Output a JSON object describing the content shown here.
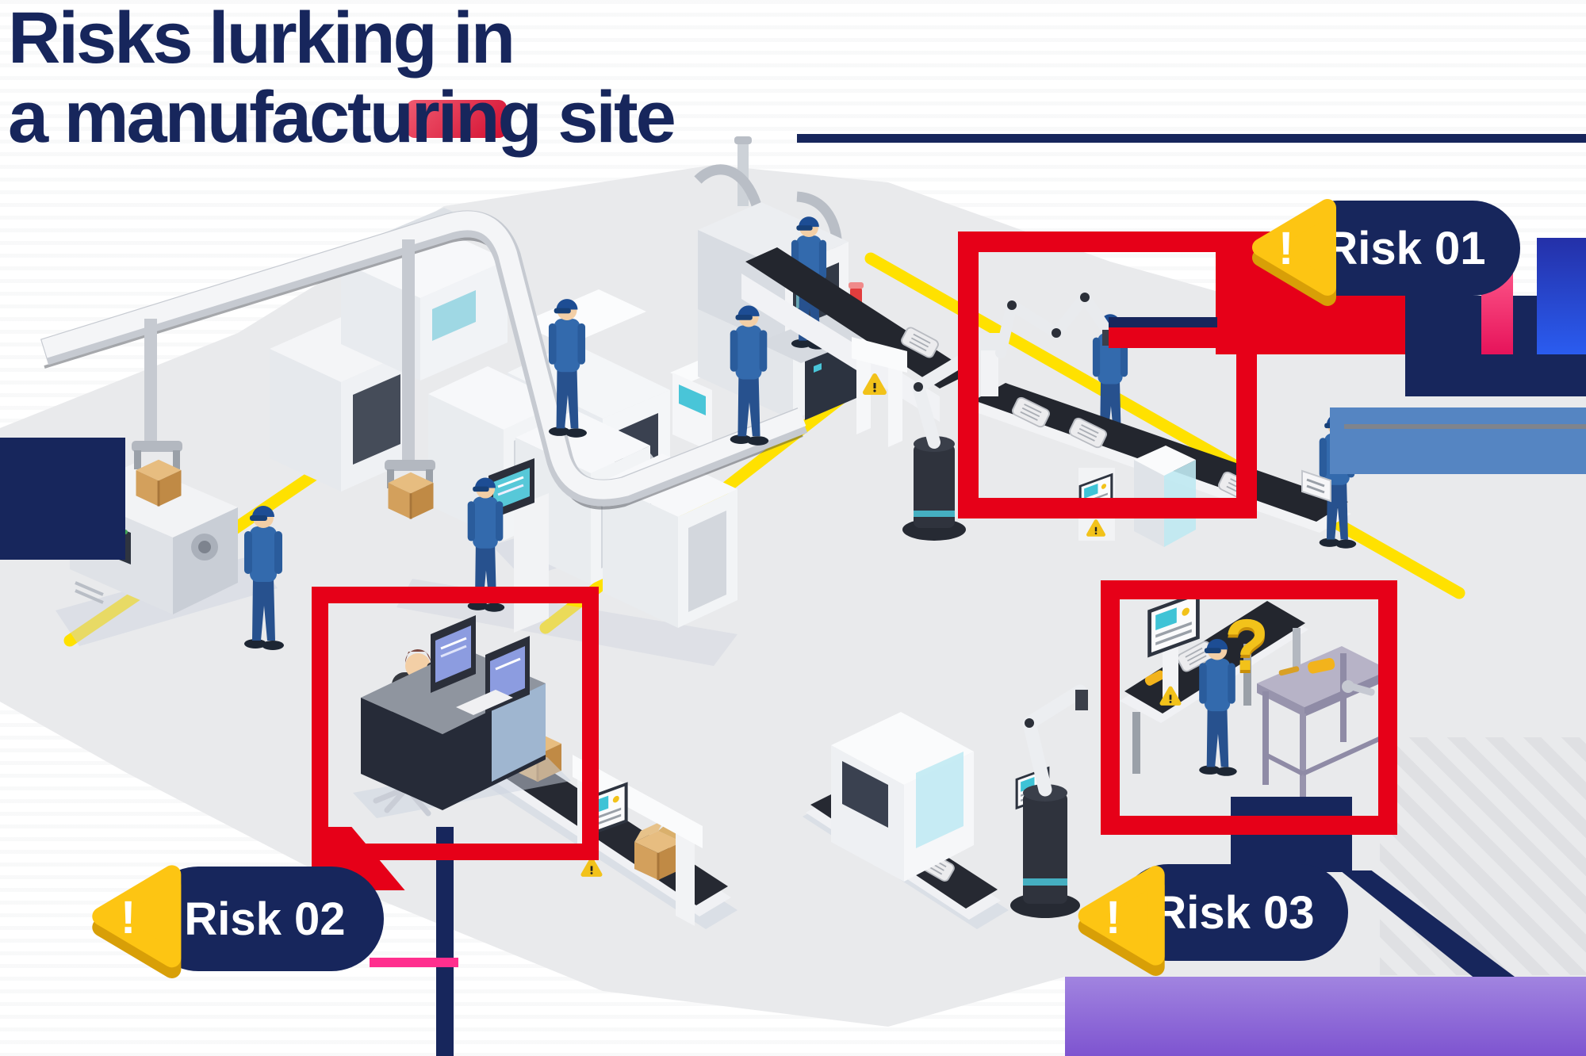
{
  "title": {
    "line1": "Risks lurking in",
    "line2": "a manufacturing site"
  },
  "risks": [
    {
      "label": "Risk 01"
    },
    {
      "label": "Risk 02"
    },
    {
      "label": "Risk 03"
    }
  ],
  "badge": {
    "exclamation": "!"
  },
  "scene": {
    "question_mark": "?"
  },
  "colors": {
    "navy": "#17265c",
    "highlight_red": "#e60018",
    "badge_yellow": "#fdc513",
    "floor_gray": "#e9eaec",
    "purple_block": "#8a63d4",
    "steel_blue_band": "#5585c2",
    "worker_blue": "#2f65aa",
    "belt_dark": "#23262e",
    "magenta_glitch": "#ff2f8e",
    "blue_glitch": "#2a5cf0",
    "red_accent_patch": "#d9253f",
    "yellow_floor_line": "#ffe100"
  }
}
